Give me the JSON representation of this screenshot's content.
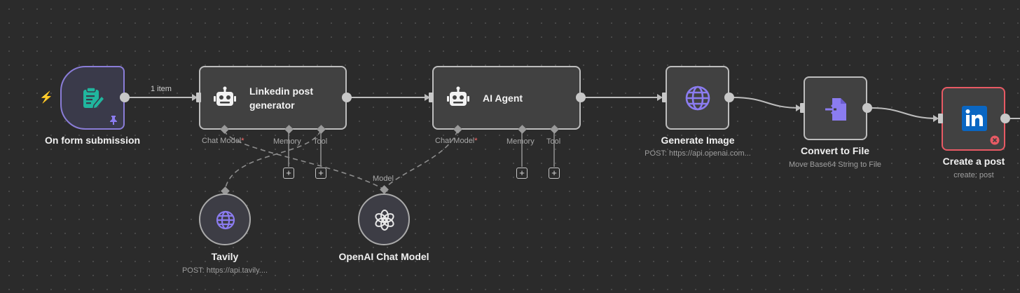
{
  "nodes": {
    "trigger": {
      "title": "On form submission"
    },
    "linkedin_gen": {
      "title_line1": "Linkedin post",
      "title_line2": "generator"
    },
    "ai_agent": {
      "title": "AI Agent"
    },
    "generate_image": {
      "title": "Generate Image",
      "subtitle": "POST: https://api.openai.com..."
    },
    "convert_file": {
      "title": "Convert to File",
      "subtitle": "Move Base64 String to File"
    },
    "create_post": {
      "title": "Create a post",
      "subtitle": "create: post"
    },
    "tavily": {
      "title": "Tavily",
      "subtitle": "POST: https://api.tavily...."
    },
    "openai_model": {
      "title": "OpenAI Chat Model"
    }
  },
  "ports": {
    "chat_model": "Chat Model",
    "required_mark": "*",
    "memory": "Memory",
    "tool": "Tool",
    "model": "Model"
  },
  "edges": {
    "items_label": "1 item"
  },
  "buttons": {
    "plus": "+"
  },
  "colors": {
    "trigger_border": "#8a7dd8",
    "error_border": "#e85a64",
    "form_icon": "#20b69e",
    "accent_purple": "#8b7cf0",
    "linkedin_blue": "#0a66c2"
  }
}
